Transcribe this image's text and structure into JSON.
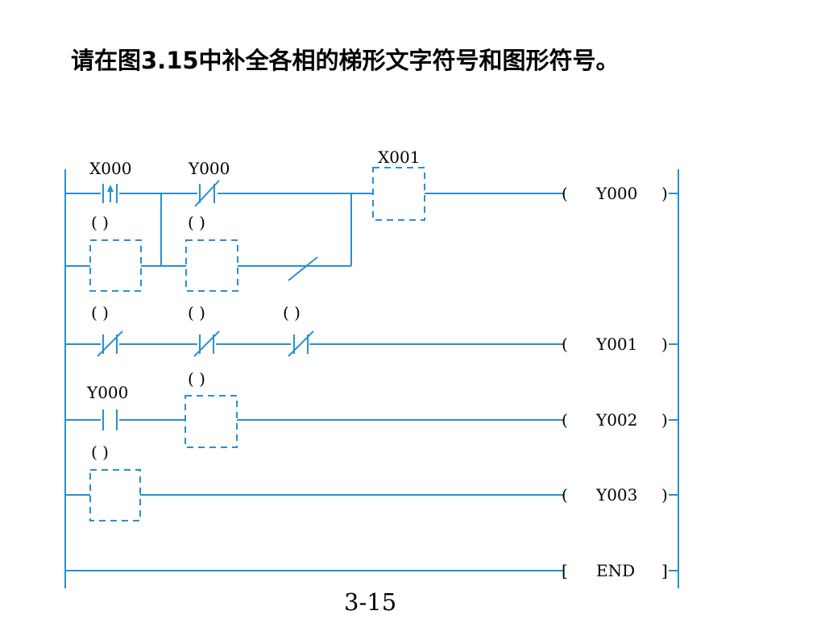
{
  "title": "请在图3.15中补全各相的梯形文字符号和图形符号。",
  "diagram": {
    "contact_labels": {
      "x000": "X000",
      "y000_top": "Y000",
      "x001": "X001",
      "y000_row4": "Y000"
    },
    "blank_label": "(    )",
    "outputs": [
      {
        "name": "Y000",
        "open": "(",
        "close": ")"
      },
      {
        "name": "Y001",
        "open": "(",
        "close": ")"
      },
      {
        "name": "Y002",
        "open": "(",
        "close": ")"
      },
      {
        "name": "Y003",
        "open": "(",
        "close": ")"
      },
      {
        "name": "END",
        "open": "[",
        "close": "]"
      }
    ],
    "caption": "3-15",
    "colors": {
      "line": "#2a8fd0",
      "dashed": "#2a8fd0"
    }
  }
}
